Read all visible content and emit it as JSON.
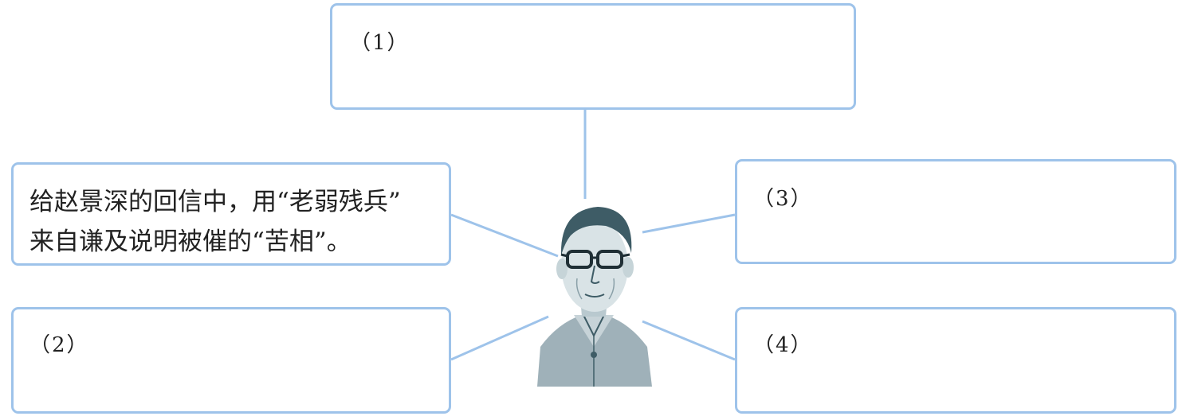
{
  "boxes": {
    "box1": {
      "label": "（1）"
    },
    "box2": {
      "label": "（2）"
    },
    "box3": {
      "label": "（3）"
    },
    "box4": {
      "label": "（4）"
    },
    "example": {
      "line1": "给赵景深的回信中，用“老弱残兵”",
      "line2": "来自谦及说明被催的“苦相”。"
    }
  },
  "colors": {
    "box_border": "#9ec3ea",
    "connector": "#9ec3ea",
    "portrait_ink": "#3e5c66"
  }
}
